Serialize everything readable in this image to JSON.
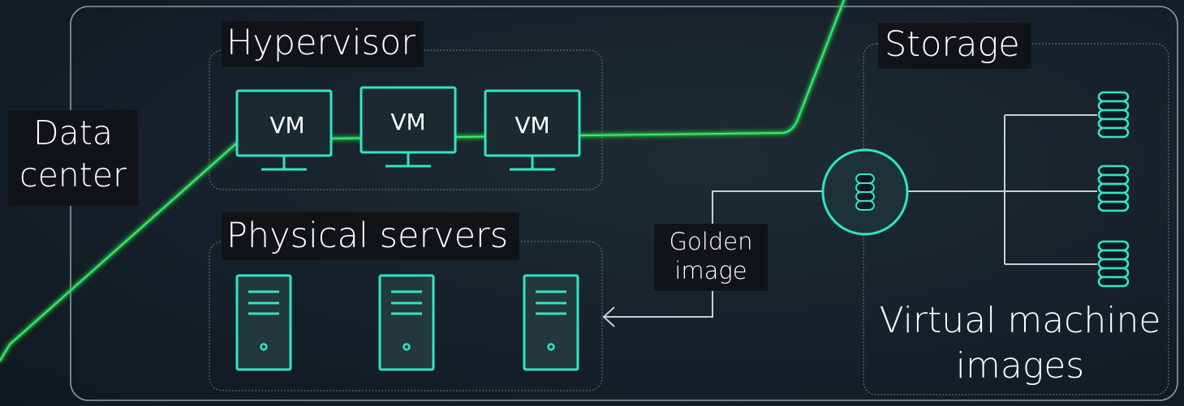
{
  "labels": {
    "data_center_line1": "Data",
    "data_center_line2": "center",
    "hypervisor": "Hypervisor",
    "physical_servers": "Physical servers",
    "storage": "Storage",
    "golden_image_line1": "Golden",
    "golden_image_line2": "image",
    "vm_images_line1": "Virtual machine",
    "vm_images_line2": "images"
  },
  "vms": [
    {
      "label": "VM"
    },
    {
      "label": "VM"
    },
    {
      "label": "VM"
    }
  ],
  "physical_server_count": 3,
  "storage_db_count": 3,
  "icons": {
    "vm": "monitor-icon",
    "server": "server-tower-icon",
    "storage": "database-icon",
    "golden_image": "database-icon"
  },
  "colors": {
    "accent": "#2ee6c4",
    "green_line": "#28e05a",
    "frame": "#8e9aa2",
    "label_bg": "#111417"
  }
}
